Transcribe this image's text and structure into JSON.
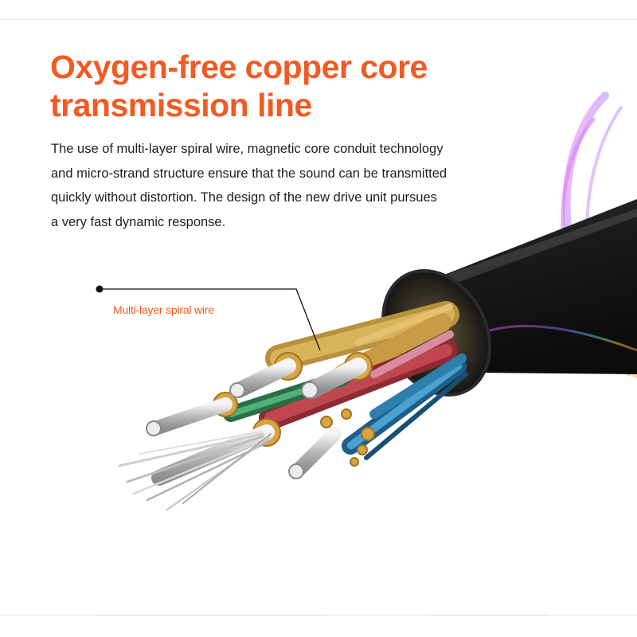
{
  "heading": {
    "line1": "Oxygen-free copper core",
    "line2": "transmission line"
  },
  "description": {
    "line1": "The use of multi-layer spiral wire, magnetic core conduit technology",
    "line2": "and micro-strand structure ensure that the sound can be transmitted",
    "line3": "quickly without distortion. The design of the new drive unit pursues",
    "line4": "a very fast dynamic response."
  },
  "callout": {
    "label": "Multi-layer spiral wire"
  },
  "colors": {
    "accent": "#f25a22",
    "text": "#1e1e1e",
    "cable_jacket": "#1b1b1b",
    "copper": "#c9a248",
    "strand_red": "#b5323b",
    "strand_blue": "#2f6f9a",
    "strand_green": "#2f7a4a",
    "silver": "#c8c8c8"
  }
}
